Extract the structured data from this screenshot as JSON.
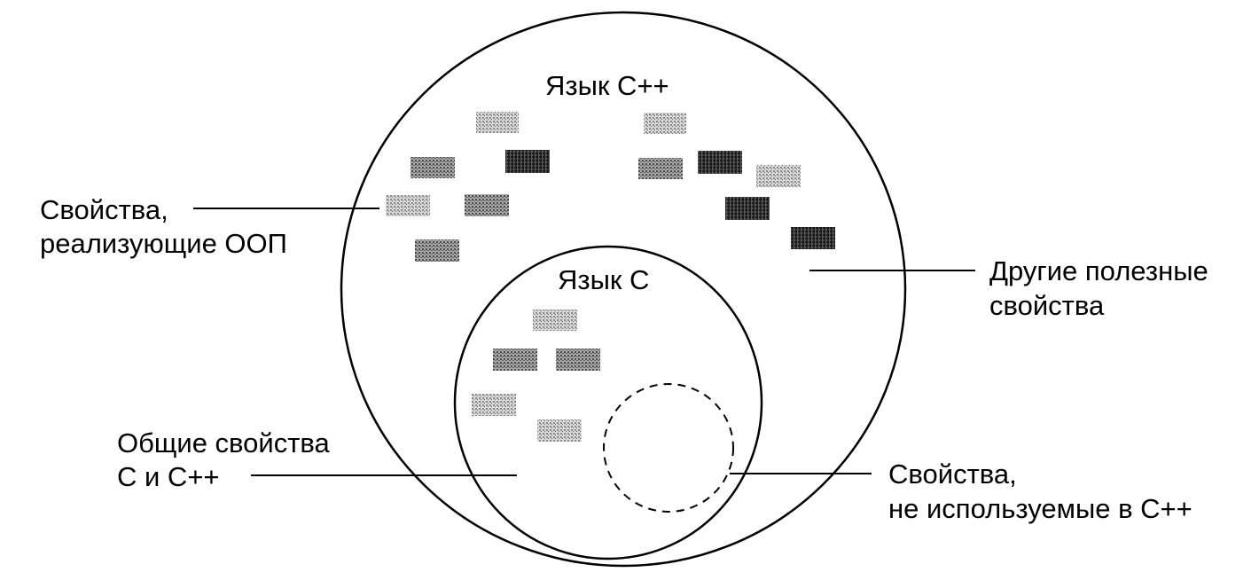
{
  "labels": {
    "cpp_language": "Язык С++",
    "c_language": "Язык С",
    "oop_line1": "Свойства,",
    "oop_line2": "реализующие ООП",
    "other_line1": "Другие полезные",
    "other_line2": "свойства",
    "common_line1": "Общие свойства",
    "common_line2": "С и С++",
    "unused_line1": "Свойства,",
    "unused_line2": "не используемые в С++"
  },
  "colors": {
    "stroke": "#000000",
    "background": "#ffffff",
    "feature_light": "#bdbdbd",
    "feature_mid": "#8a8a8a",
    "feature_dark": "#3a3a3a"
  }
}
